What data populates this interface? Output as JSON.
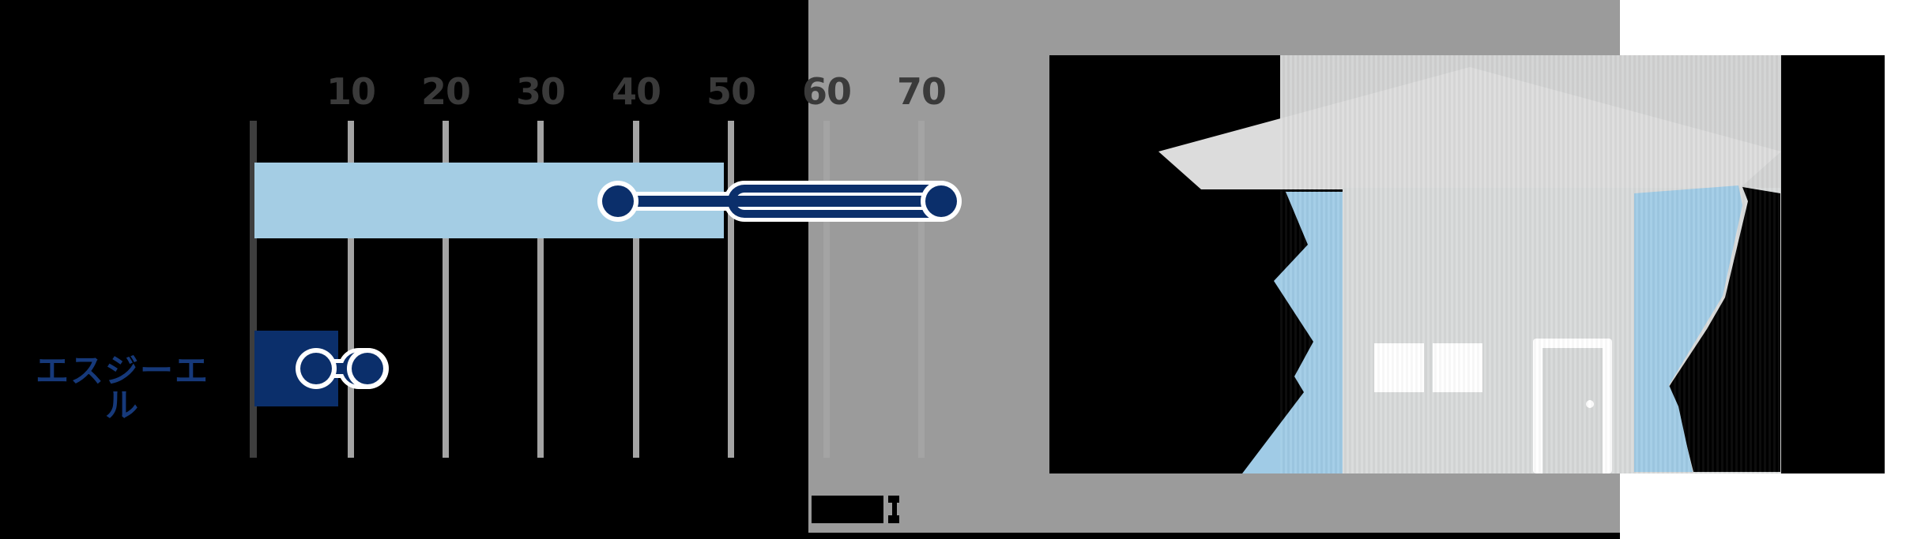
{
  "chart_data": {
    "type": "bar",
    "note": "horizontal bar chart with range (dumbbell) markers; top bar has no visible label",
    "categories": [
      "",
      "エスジーエル"
    ],
    "series": [
      {
        "name": "bar_values",
        "values": [
          49,
          9
        ]
      },
      {
        "name": "range_markers",
        "values": [
          [
            38,
            72
          ],
          [
            6.5,
            12
          ]
        ]
      }
    ],
    "title": "",
    "xlabel": "",
    "ylabel": "",
    "xlim": [
      0,
      72
    ],
    "grid": "vertical gridlines every 10",
    "ticks": [
      "10",
      "20",
      "30",
      "40",
      "50",
      "60",
      "70"
    ],
    "tick_values": [
      10,
      20,
      30,
      40,
      50,
      60,
      70
    ]
  },
  "labels": {
    "category_bottom": "エスジーエル"
  },
  "icons": {
    "house-illustration": "gabled house with light-blue torn wall sections, two windows and a door",
    "range-dumbbell": "navy dumbbell range marker with white outline"
  },
  "colors": {
    "black": "#000000",
    "white": "#ffffff",
    "band_gray": "#9b9b9b",
    "grid": "#a4a4a4",
    "axis": "#3e3e3e",
    "tick": "#3a3a3a",
    "navy": "#0b2f6b",
    "label_navy": "#16397a",
    "light_blue": "#a4cde4",
    "house_blue": "#a0cbe6",
    "sky": "#d2d3d3",
    "roof": "#dcdcdc",
    "wall": "#d8dada",
    "door": "#d6d8d8"
  }
}
